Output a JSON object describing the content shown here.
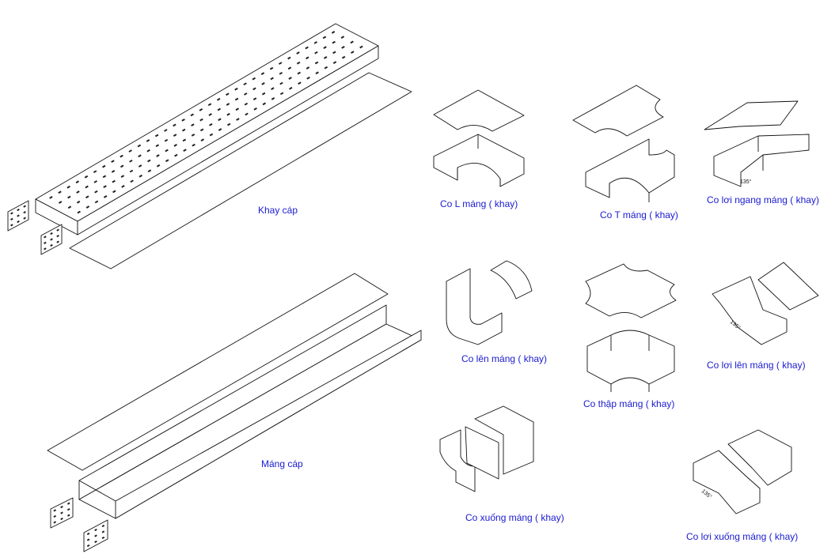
{
  "labels": {
    "khay_cap": "Khay cáp",
    "mang_cap": "Máng cáp",
    "co_l": "Co L máng ( khay)",
    "co_t": "Co T máng ( khay)",
    "co_loi_ngang": "Co lơi ngang máng ( khay)",
    "co_len": "Co lên máng ( khay)",
    "co_thap": "Co thập máng ( khay)",
    "co_loi_len": "Co lơi lên máng ( khay)",
    "co_xuong": "Co xuống máng ( khay)",
    "co_loi_xuong": "Co lơi xuống máng ( khay)"
  },
  "angle_marks": {
    "ngang": "135°",
    "len": "135°",
    "xuong": "135°"
  },
  "colors": {
    "label_text": "#1a1ad0",
    "line": "#111111",
    "background": "#ffffff"
  }
}
